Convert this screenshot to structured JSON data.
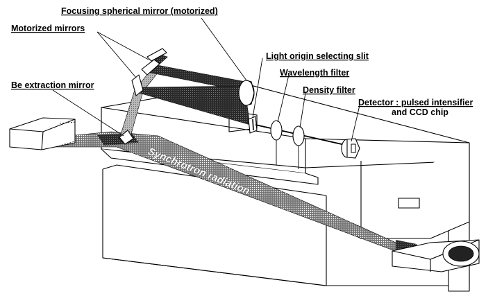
{
  "labels": {
    "focusing_mirror": "Focusing spherical mirror (motorized)",
    "motorized_mirrors": "Motorized  mirrors",
    "light_slit": "Light origin selecting slit",
    "be_mirror": "Be extraction mirror",
    "wavelength_filter": "Wavelength filter",
    "density_filter": "Density filter",
    "detector_line1": "Detector : pulsed intensifier",
    "detector_line2": "and CCD chip",
    "synchrotron": "Synchrotron radiation"
  },
  "colors": {
    "beam_dark": "#2a2a2a",
    "beam_mid": "#6e6e6e",
    "beam_light": "#b4b4b4",
    "line": "#000000",
    "background": "#ffffff"
  }
}
